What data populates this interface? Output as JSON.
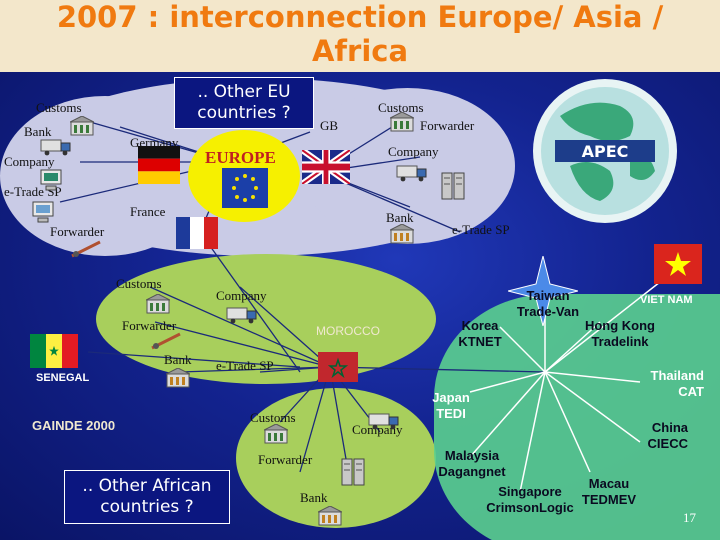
{
  "title": {
    "line1": "2007 : interconnection Europe/ Asia /",
    "line2": "Africa"
  },
  "callouts": {
    "other_eu": ".. Other EU countries ?",
    "other_african": ".. Other African countries ?"
  },
  "europe": {
    "badge": "EUROPE",
    "germany_cluster": {
      "customs": "Customs",
      "bank": "Bank",
      "company": "Company",
      "etrade_sp": "e-Trade SP",
      "country": "Germany",
      "forwarder": "Forwarder"
    },
    "france_label": "France",
    "gb_cluster": {
      "country": "GB",
      "customs": "Customs",
      "forwarder": "Forwarder",
      "company": "Company",
      "bank": "Bank",
      "etrade_sp": "e-Trade SP"
    }
  },
  "morocco": {
    "label": "MOROCCO",
    "customs_top": "Customs",
    "company_top": "Company",
    "forwarder_top": "Forwarder",
    "bank_top": "Bank",
    "etrade_sp": "e-Trade SP",
    "customs_bottom": "Customs",
    "company_bottom": "Company",
    "forwarder_bottom": "Forwarder",
    "bank_bottom": "Bank"
  },
  "senegal": {
    "country": "SENEGAL",
    "system": "GAINDE 2000"
  },
  "asia": {
    "logo": "APEC",
    "taiwan": "Taiwan Trade-Van",
    "vietnam": "VIET NAM",
    "korea": "Korea KTNET",
    "hongkong": "Hong Kong Tradelink",
    "thailand": "Thailand CAT",
    "japan": "Japan TEDI",
    "china": "China CIECC",
    "malaysia": "Malaysia Dagangnet",
    "macau": "Macau TEDMEV",
    "singapore": "Singapore CrimsonLogic"
  },
  "page_number": "17",
  "icons": [
    "bank-building-icon",
    "truck-icon",
    "computer-icon",
    "server-icon",
    "eu-flag-icon",
    "uk-flag-icon",
    "germany-flag-icon",
    "france-flag-icon",
    "senegal-flag-icon",
    "morocco-flag-icon",
    "vietnam-flag-icon",
    "apec-globe-icon"
  ],
  "colors": {
    "background": "#13238f",
    "title_bar": "#f3e7cb",
    "title_text": "#f07a10",
    "europe_cloud": "#c9cbe6",
    "europe_badge": "#f6f000",
    "africa_cloud": "#a8cf5c",
    "asia_area": "#5bd08f"
  }
}
